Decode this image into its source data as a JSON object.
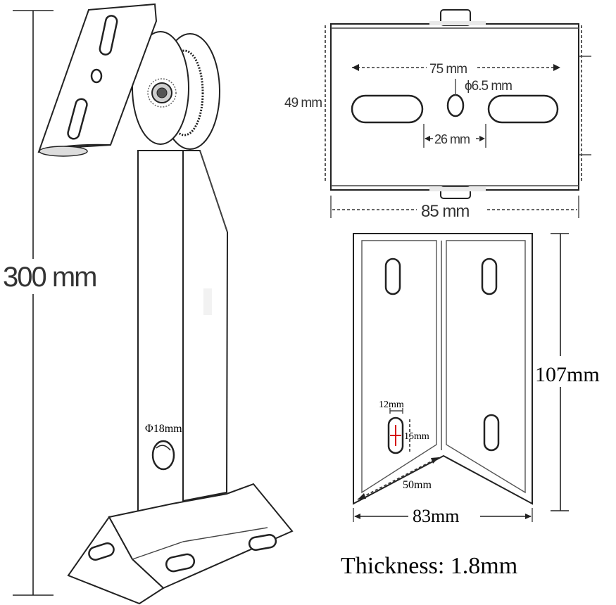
{
  "labels": {
    "height": "300 mm",
    "pole_diameter": "Φ18mm",
    "plate_slot_span": "75 mm",
    "plate_hole_diameter": "ϕ6.5 mm",
    "plate_height": "49 mm",
    "plate_slot_gap": "26 mm",
    "plate_width": "85 mm",
    "base_height": "107mm",
    "slot_width": "12mm",
    "slot_length": "15mm",
    "base_diagonal": "50mm",
    "base_width": "83mm",
    "thickness": "Thickness: 1.8mm"
  },
  "colors": {
    "line": "#222222",
    "slot_marker": "#d40000"
  }
}
